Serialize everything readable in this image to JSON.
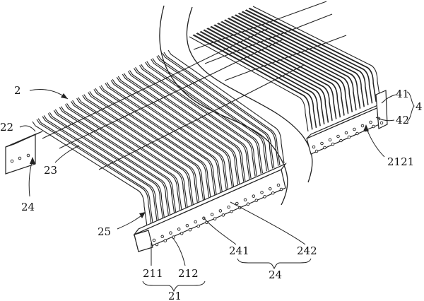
{
  "labels": {
    "l2": "2",
    "l22": "22",
    "l23": "23",
    "l24_left": "24",
    "l25": "25",
    "l211": "211",
    "l212": "212",
    "l21": "21",
    "l241": "241",
    "l242": "242",
    "l24_bottom": "24",
    "l41": "41",
    "l42": "42",
    "l4": "4",
    "l2121": "2121"
  }
}
